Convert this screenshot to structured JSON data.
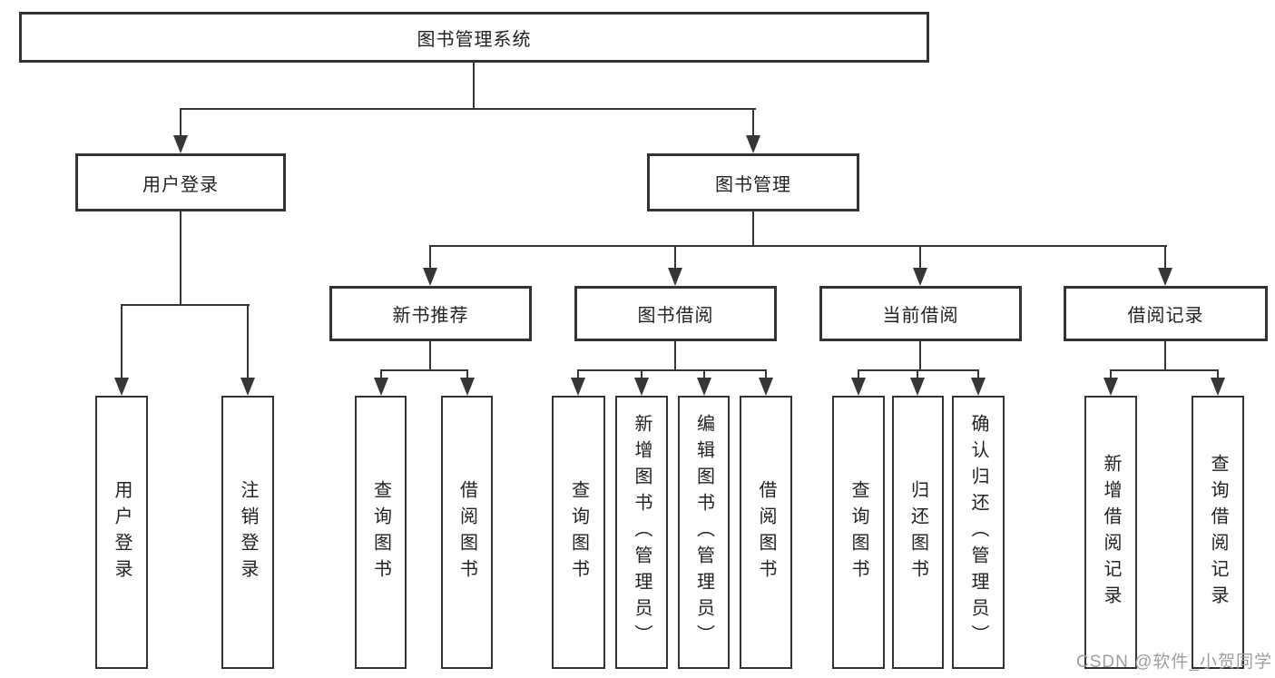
{
  "diagram": {
    "root": {
      "label": "图书管理系统"
    },
    "branches": [
      {
        "label": "用户登录",
        "children": [
          {
            "label": "用户登录"
          },
          {
            "label": "注销登录"
          }
        ]
      },
      {
        "label": "图书管理",
        "sections": [
          {
            "label": "新书推荐",
            "children": [
              {
                "label": "查询图书"
              },
              {
                "label": "借阅图书"
              }
            ]
          },
          {
            "label": "图书借阅",
            "children": [
              {
                "label": "查询图书"
              },
              {
                "label": "新增图书（管理员）"
              },
              {
                "label": "编辑图书（管理员）"
              },
              {
                "label": "借阅图书"
              }
            ]
          },
          {
            "label": "当前借阅",
            "children": [
              {
                "label": "查询图书"
              },
              {
                "label": "归还图书"
              },
              {
                "label": "确认归还（管理员）"
              }
            ]
          },
          {
            "label": "借阅记录",
            "children": [
              {
                "label": "新增借阅记录"
              },
              {
                "label": "查询借阅记录"
              }
            ]
          }
        ]
      }
    ]
  },
  "watermark": {
    "text": "CSDN @软件_小贺同学"
  },
  "colors": {
    "line": "#363636",
    "box_border": "#333333",
    "text": "#222222",
    "watermark": "#9e9e9e",
    "background": "#ffffff"
  }
}
